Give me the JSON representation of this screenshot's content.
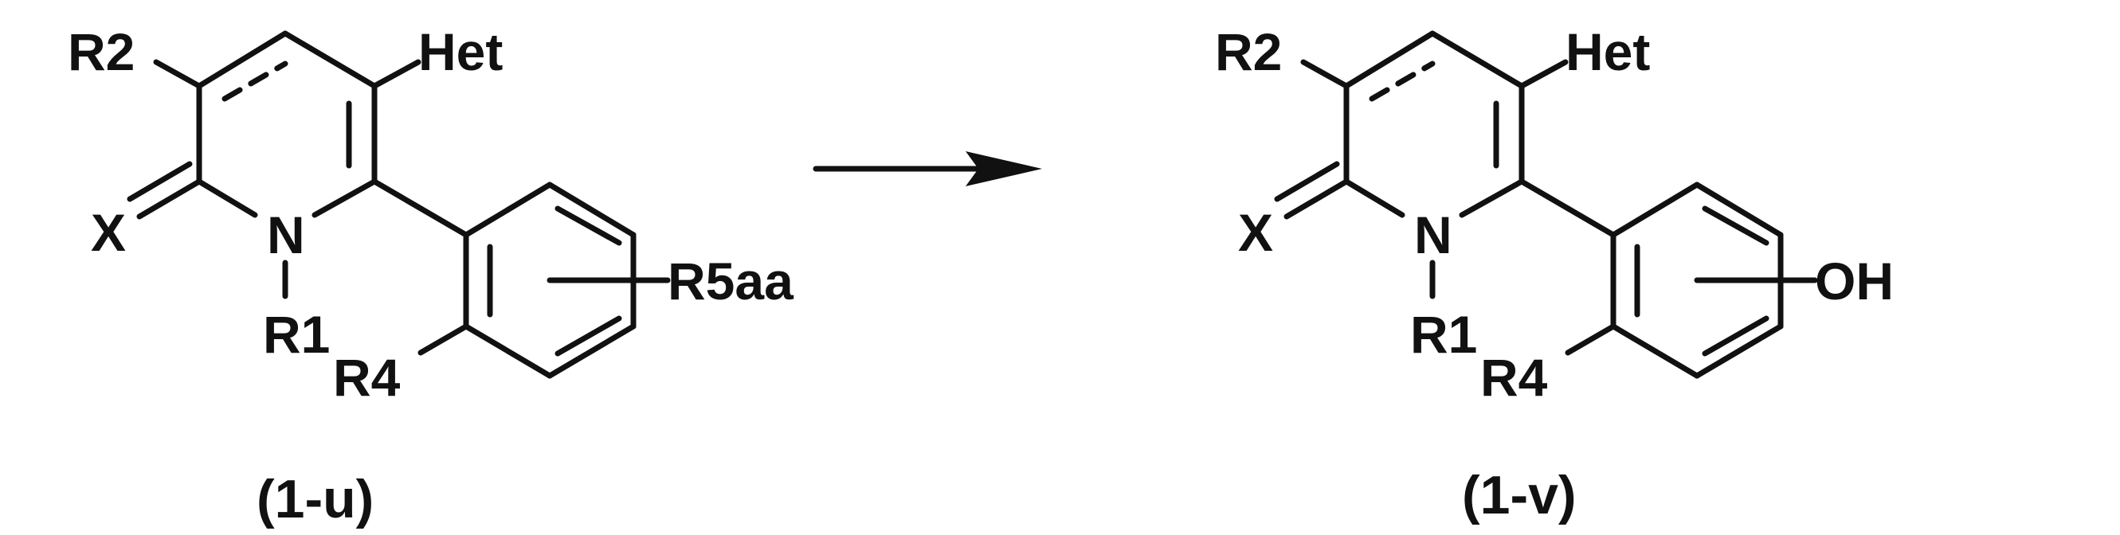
{
  "reactant": {
    "labels": {
      "r2": "R2",
      "het": "Het",
      "x": "X",
      "n": "N",
      "r1": "R1",
      "r4": "R4",
      "substituent": "R5aa"
    },
    "caption": "(1-u)"
  },
  "product": {
    "labels": {
      "r2": "R2",
      "het": "Het",
      "x": "X",
      "n": "N",
      "r1": "R1",
      "r4": "R4",
      "substituent": "OH"
    },
    "caption": "(1-v)"
  },
  "colors": {
    "ink": "#111111",
    "background": "#ffffff"
  }
}
